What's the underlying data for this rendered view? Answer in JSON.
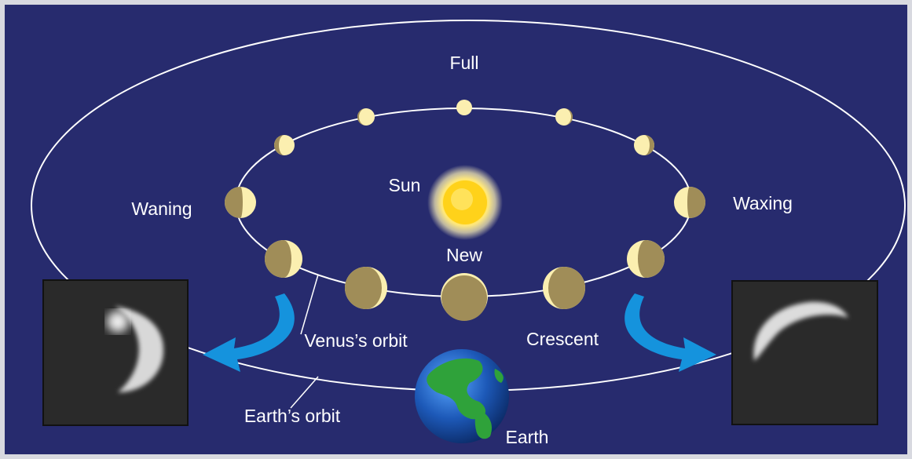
{
  "labels": {
    "full": "Full",
    "sun": "Sun",
    "waning": "Waning",
    "waxing": "Waxing",
    "new": "New",
    "venus_orbit": "Venus’s orbit",
    "crescent": "Crescent",
    "earth_orbit": "Earth’s orbit",
    "earth": "Earth"
  },
  "colors": {
    "background": "#272b6e",
    "border": "#c9cbd6",
    "orbit_line": "#ffffff",
    "venus_lit": "#fbefb0",
    "venus_dark": "#a08d58",
    "sun_core": "#ffd21a",
    "sun_glow": "#fff6b8",
    "arrow": "#1593dd",
    "earth_ocean": "#1d59b8",
    "earth_land": "#2fa23a"
  },
  "icons": {
    "sun": "sun-icon",
    "earth": "earth-globe-icon",
    "venus": "venus-phase-icon",
    "arrows": "curved-arrow-icon"
  }
}
